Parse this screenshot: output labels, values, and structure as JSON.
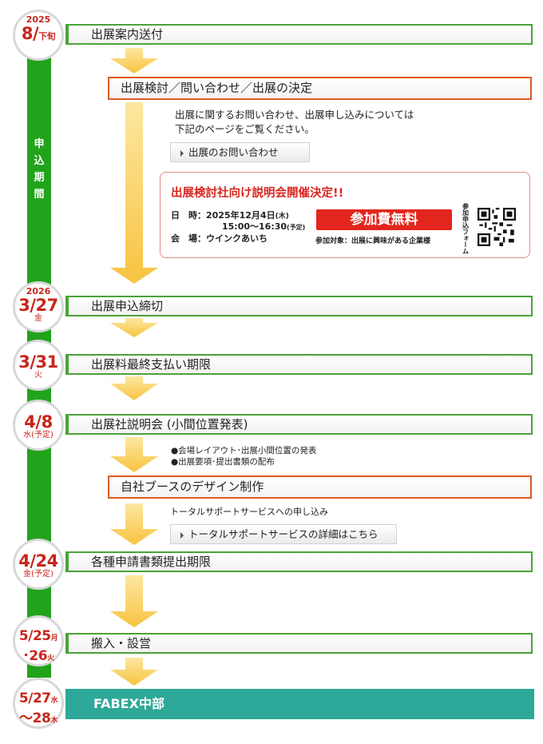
{
  "sidebar": {
    "period_label": [
      "申",
      "込",
      "期",
      "間"
    ]
  },
  "timeline": [
    {
      "year": "2025",
      "month": "8",
      "day_suffix": "下旬",
      "weekday": "",
      "label": "出展案内送付"
    },
    {
      "year": "2026",
      "month": "3",
      "day": "27",
      "weekday": "金",
      "label": "出展申込締切"
    },
    {
      "month": "3",
      "day": "31",
      "weekday": "火",
      "label": "出展料最終支払い期限"
    },
    {
      "month": "4",
      "day": "8",
      "weekday": "水(予定)",
      "label": "出展社説明会 (小間位置発表)"
    },
    {
      "month": "4",
      "day": "24",
      "weekday": "金(予定)",
      "label": "各種申請書類提出期限"
    },
    {
      "month": "5",
      "day": "25",
      "weekday": "月",
      "day2": "26",
      "weekday2": "火",
      "label": "搬入・設営"
    },
    {
      "month": "5",
      "day": "27",
      "weekday": "水",
      "day2": "28",
      "weekday2": "木",
      "label": "FABEX中部"
    }
  ],
  "sub_steps": {
    "consider": "出展検討／問い合わせ／出展の決定",
    "booth_design": "自社ブースのデザイン制作"
  },
  "consider_note": {
    "line1": "出展に関するお問い合わせ、出展申し込みについては",
    "line2": "下記のページをご覧ください。",
    "button": "出展のお問い合わせ"
  },
  "notice": {
    "title": "出展検討社向け説明会開催決定!!",
    "date_label": "日　時：",
    "date_value": "2025年12月4日",
    "date_weekday": "(木)",
    "time_value": "15:00〜16:30",
    "time_note": "(予定)",
    "venue_label": "会　場：",
    "venue_value": "ウインクあいち",
    "free_badge": "参加費無料",
    "target": "参加対象：出展に興味がある企業様",
    "form_label": "参加申込フォーム"
  },
  "meeting_notes": [
    "●会場レイアウト･出展小間位置の発表",
    "●出展要項･提出書類の配布"
  ],
  "support": {
    "text": "トータルサポートサービスへの申し込み",
    "button": "トータルサポートサービスの詳細はこちら"
  },
  "colors": {
    "green": "#22a31c",
    "red": "#c8261b",
    "teal": "#2ea898",
    "arrow": "#f9c84a",
    "orange": "#de5a27"
  }
}
